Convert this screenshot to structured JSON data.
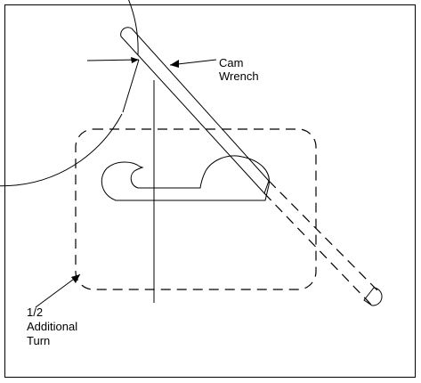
{
  "labels": {
    "cam_wrench_line1": "Cam",
    "cam_wrench_line2": "Wrench",
    "turn_line1": "1/2",
    "turn_line2": "Additional",
    "turn_line3": "Turn"
  },
  "colors": {
    "ink": "#000000",
    "background": "#ffffff"
  }
}
